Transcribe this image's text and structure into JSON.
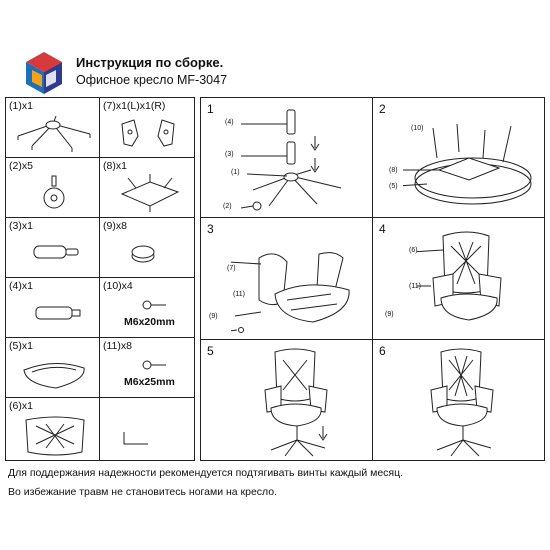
{
  "header": {
    "title": "Инструкция по сборке.",
    "subtitle": "Офисное кресло MF-3047",
    "logo_icon": "cube-logo",
    "logo_colors": [
      "#1e6fb8",
      "#d63a3a",
      "#f2a21b",
      "#2f3b8f"
    ]
  },
  "parts": [
    {
      "label": "(1)x1",
      "icon": "chair-base-icon"
    },
    {
      "label": "(7)x1(L)x1(R)",
      "icon": "armrest-bracket-icon"
    },
    {
      "label": "(2)x5",
      "icon": "caster-wheel-icon"
    },
    {
      "label": "(8)x1",
      "icon": "seat-mechanism-icon"
    },
    {
      "label": "(3)x1",
      "icon": "gas-lift-icon"
    },
    {
      "label": "(9)x8",
      "icon": "cap-icon"
    },
    {
      "label": "(4)x1",
      "icon": "cylinder-cover-icon"
    },
    {
      "label": "(10)x4",
      "icon": "screw-icon",
      "spec": "M6x20mm"
    },
    {
      "label": "(5)x1",
      "icon": "seat-cushion-icon"
    },
    {
      "label": "(11)x8",
      "icon": "screw-icon",
      "spec": "M6x25mm"
    },
    {
      "label": "(6)x1",
      "icon": "backrest-icon"
    },
    {
      "label": "",
      "icon": "allen-key-icon"
    }
  ],
  "steps": [
    {
      "number": "1",
      "callouts": [
        "(4)",
        "(3)",
        "(1)",
        "(2)"
      ]
    },
    {
      "number": "2",
      "callouts": [
        "(10)",
        "(8)",
        "(5)"
      ]
    },
    {
      "number": "3",
      "callouts": [
        "(7)",
        "(11)",
        "(9)"
      ]
    },
    {
      "number": "4",
      "callouts": [
        "(6)",
        "(11)",
        "(9)"
      ]
    },
    {
      "number": "5",
      "callouts": []
    },
    {
      "number": "6",
      "callouts": []
    }
  ],
  "notes": [
    "Для поддержания надежности рекомендуется подтягивать винты каждый месяц.",
    "Во избежание травм не становитесь ногами на кресло."
  ]
}
